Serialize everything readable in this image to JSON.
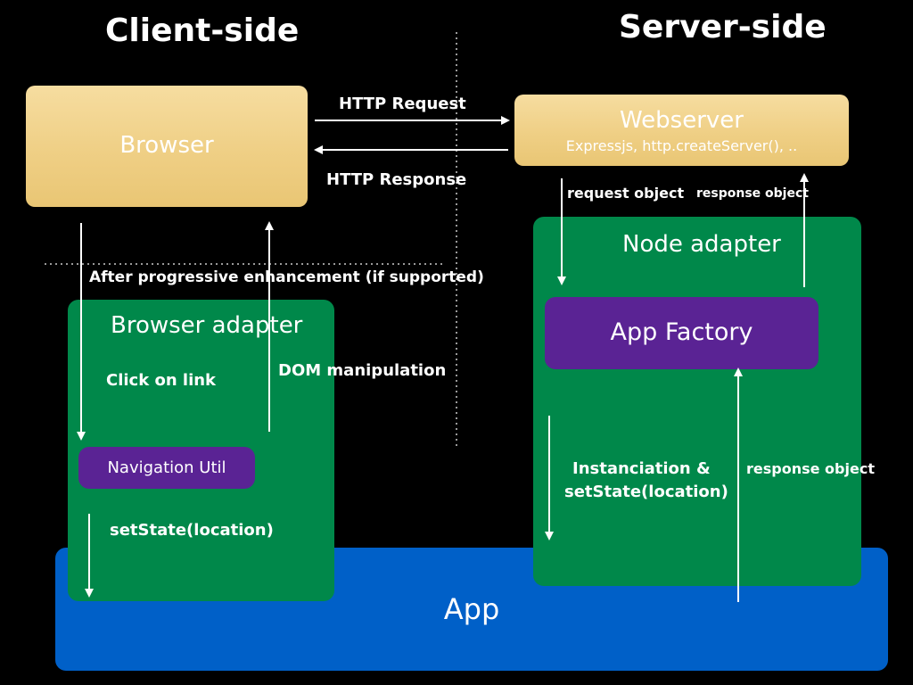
{
  "titles": {
    "client": "Client-side",
    "server": "Server-side"
  },
  "client": {
    "browser": "Browser",
    "progressive_note": "After progressive enhancement (if supported)",
    "browser_adapter": "Browser adapter",
    "click_on_link": "Click on link",
    "dom_manipulation": "DOM manipulation",
    "navigation_util": "Navigation Util",
    "set_state": "setState(location)"
  },
  "http": {
    "request": "HTTP Request",
    "response": "HTTP Response"
  },
  "server": {
    "webserver": "Webserver",
    "webserver_sub": "Expressjs, http.createServer(), ..",
    "request_object": "request object",
    "response_object_top": "response object",
    "node_adapter": "Node adapter",
    "app_factory": "App Factory",
    "instanciation": "Instanciation &",
    "set_state": "setState(location)",
    "response_object_bottom": "response object"
  },
  "app": {
    "label": "App"
  },
  "colors": {
    "background": "#000000",
    "tan_box": "#efcf85",
    "green_box": "#00884a",
    "blue_box": "#0060c8",
    "purple_box": "#5a2394"
  }
}
